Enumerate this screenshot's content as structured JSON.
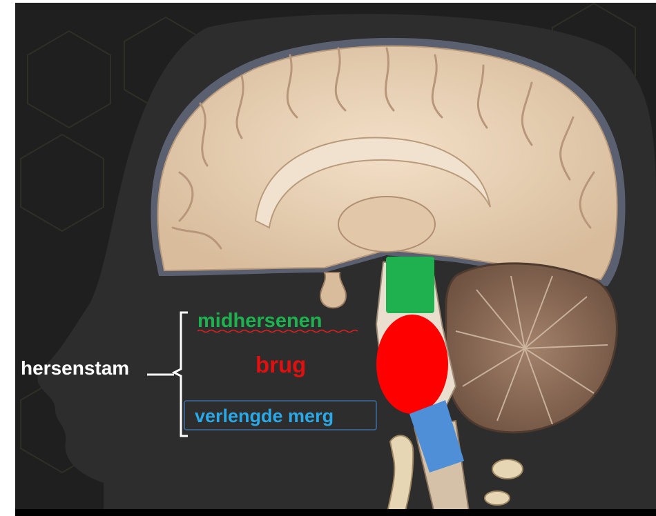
{
  "labels": {
    "brainstem": "hersenstam",
    "midbrain": "midhersenen",
    "pons": "brug",
    "medulla": "verlengde merg"
  },
  "colors": {
    "background": "#1f1f1f",
    "head_silhouette": "#2d2d2d",
    "brain_tissue": "#e9d2b8",
    "cerebellum": "#8a6a55",
    "midbrain_marker": "#1fb04f",
    "pons_marker": "#ff0000",
    "medulla_marker": "#4f8fd8",
    "midbrain_text": "#1fb04f",
    "pons_text": "#e01010",
    "medulla_text": "#2aa8e8",
    "brainstem_text": "#ffffff"
  }
}
